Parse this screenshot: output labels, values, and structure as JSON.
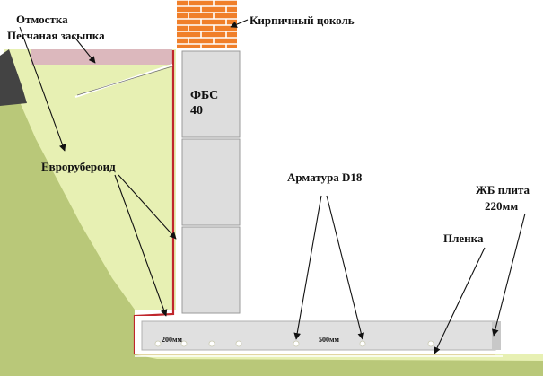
{
  "labels": {
    "otmostka": "Отмостка",
    "sand_backfill": "Песчаная засыпка",
    "brick_plinth": "Кирпичный цоколь",
    "fbs_line1": "ФБС",
    "fbs_line2": "40",
    "euroruberoid": "Еврорубероид",
    "rebar": "Арматура D18",
    "slab_line1": "ЖБ плита",
    "slab_line2": "220мм",
    "film": "Пленка",
    "dim_200": "200мм",
    "dim_500": "500мм"
  },
  "colors": {
    "sand": "#e7f0b3",
    "ground": "#b9c879",
    "ground_dark": "#434343",
    "otmostka": "#dcb8bd",
    "brick": "#f07f2a",
    "block": "#dddddd",
    "slab": "#e0e0e0",
    "membrane": "#c0262c"
  }
}
